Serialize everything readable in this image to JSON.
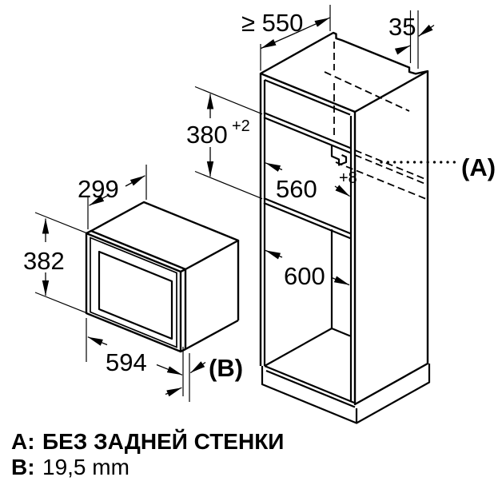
{
  "title": "built-in microwave niche installation diagram",
  "colors": {
    "line": "#000000",
    "background": "#ffffff"
  },
  "dims": {
    "depth_min": "≥ 550",
    "rear_gap": "35",
    "niche_height": "380",
    "niche_height_tol": "+2",
    "niche_width": "560",
    "niche_width_tol": "+8",
    "base_width": "600",
    "mw_depth": "299",
    "mw_height": "382",
    "mw_width": "594",
    "ref_a": "(A)",
    "ref_b": "(B)"
  },
  "legend": {
    "a_key": "A:",
    "a_value": "БЕЗ ЗАДНЕЙ СТЕНКИ",
    "b_key": "B:",
    "b_value": "19,5 mm"
  }
}
